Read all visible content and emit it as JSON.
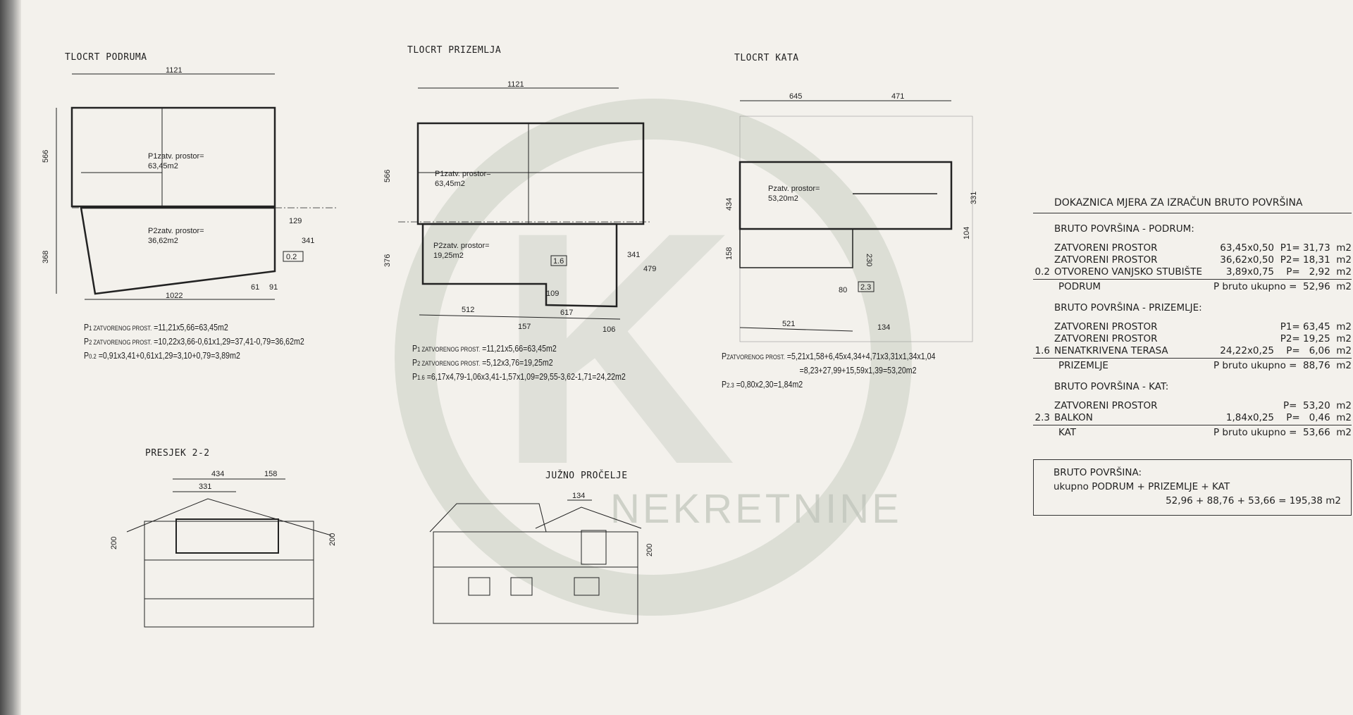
{
  "titles": {
    "podrum": "TLOCRT PODRUMA",
    "prizemlje": "TLOCRT PRIZEMLJA",
    "kat": "TLOCRT KATA",
    "presjek": "PRESJEK 2-2",
    "procelje": "JUŽNO PROČELJE"
  },
  "podrum_plan": {
    "dims": [
      "1121",
      "566",
      "368",
      "129",
      "341",
      "1022",
      "61",
      "91",
      "0.2"
    ],
    "rooms": [
      {
        "name": "P1zatv. prostor=",
        "area": "63,45m2"
      },
      {
        "name": "P2zatv. prostor=",
        "area": "36,62m2"
      }
    ],
    "formulas": [
      {
        "p": "P",
        "sub": "1 ZATVORENOG PROST.",
        "expr": "=11,21x5,66=63,45m2"
      },
      {
        "p": "P",
        "sub": "2 ZATVORENOG PROST.",
        "expr": "=10,22x3,66-0,61x1,29=37,41-0,79=36,62m2"
      },
      {
        "p": "P",
        "sub": "0.2",
        "expr": "=0,91x3,41+0,61x1,29=3,10+0,79=3,89m2"
      }
    ]
  },
  "prizemlje_plan": {
    "dims": [
      "1121",
      "566",
      "376",
      "341",
      "479",
      "109",
      "512",
      "617",
      "157",
      "106",
      "1.6"
    ],
    "rooms": [
      {
        "name": "P1zatv. prostor=",
        "area": "63,45m2"
      },
      {
        "name": "P2zatv. prostor=",
        "area": "19,25m2"
      }
    ],
    "formulas": [
      {
        "p": "P",
        "sub": "1 ZATVORENOG PROST.",
        "expr": "=11,21x5,66=63,45m2"
      },
      {
        "p": "P",
        "sub": "2 ZATVORENOG PROST.",
        "expr": "=5,12x3,76=19,25m2"
      },
      {
        "p": "P",
        "sub": "1.6",
        "expr": "=6,17x4,79-1,06x3,41-1,57x1,09=29,55-3,62-1,71=24,22m2"
      }
    ]
  },
  "kat_plan": {
    "dims": [
      "645",
      "471",
      "434",
      "158",
      "331",
      "104",
      "230",
      "80",
      "521",
      "134",
      "2.3"
    ],
    "rooms": [
      {
        "name": "Pzatv. prostor=",
        "area": "53,20m2"
      }
    ],
    "formulas": [
      {
        "p": "P",
        "sub": "ZATVORENOG PROST.",
        "expr": "=5,21x1,58+6,45x4,34+4,71x3,31x1,34x1,04"
      },
      {
        "p": "",
        "sub": "",
        "expr": "=8,23+27,99+15,59x1,39=53,20m2"
      },
      {
        "p": "P",
        "sub": "2.3",
        "expr": "=0,80x2,30=1,84m2"
      }
    ]
  },
  "presjek_dims": [
    "434",
    "331",
    "158",
    "200",
    "200"
  ],
  "procelje_dims": [
    "134",
    "200"
  ],
  "watermark": "NEKRETNINE",
  "table": {
    "title": "DOKAZNICA MJERA ZA IZRAČUN BRUTO POVRŠINA",
    "sections": [
      {
        "heading": "BRUTO POVRŠINA - PODRUM:",
        "rows": [
          {
            "code": "",
            "label": "ZATVORENI PROSTOR",
            "calc": "63,45x0,50",
            "result": "P1= 31,73  m2"
          },
          {
            "code": "",
            "label": "ZATVORENI PROSTOR",
            "calc": "36,62x0,50",
            "result": "P2= 18,31  m2"
          },
          {
            "code": "0.2",
            "label": "OTVORENO VANJSKO STUBIŠTE",
            "calc": "3,89x0,75",
            "result": "P=   2,92  m2"
          }
        ],
        "total_label": "PODRUM",
        "total": "P bruto ukupno =  52,96  m2"
      },
      {
        "heading": "BRUTO POVRŠINA - PRIZEMLJE:",
        "rows": [
          {
            "code": "",
            "label": "ZATVORENI PROSTOR",
            "calc": "",
            "result": "P1= 63,45  m2"
          },
          {
            "code": "",
            "label": "ZATVORENI PROSTOR",
            "calc": "",
            "result": "P2= 19,25  m2"
          },
          {
            "code": "1.6",
            "label": "NENATKRIVENA TERASA",
            "calc": "24,22x0,25",
            "result": "P=   6,06  m2"
          }
        ],
        "total_label": "PRIZEMLJE",
        "total": "P bruto ukupno =  88,76  m2"
      },
      {
        "heading": "BRUTO POVRŠINA - KAT:",
        "rows": [
          {
            "code": "",
            "label": "ZATVORENI PROSTOR",
            "calc": "",
            "result": "P=  53,20  m2"
          },
          {
            "code": "2.3",
            "label": "BALKON",
            "calc": "1,84x0,25",
            "result": "P=   0,46  m2"
          }
        ],
        "total_label": "KAT",
        "total": "P bruto ukupno =  53,66  m2"
      }
    ],
    "summary": {
      "title": "BRUTO POVRŠINA:",
      "line": "ukupno PODRUM + PRIZEMLJE + KAT",
      "sum": "52,96 + 88,76 + 53,66 =  195,38 m2"
    }
  }
}
